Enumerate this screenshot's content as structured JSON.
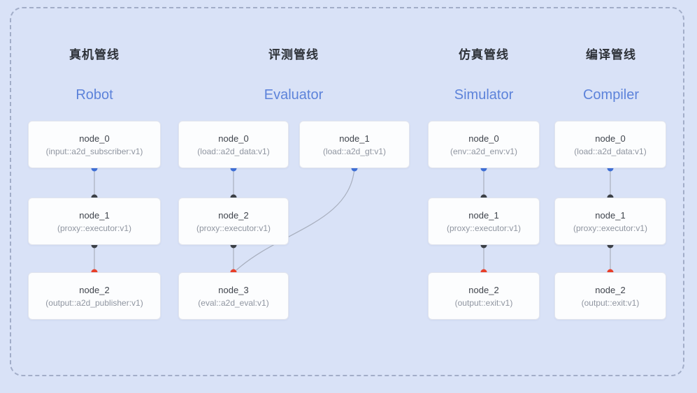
{
  "colors": {
    "background": "#d9e2f7",
    "frame_border": "#a2adc8",
    "node_background": "#fcfdfe",
    "node_border": "#e2e5ee",
    "title_en_blue": "#5d83da",
    "title_zh_dark": "#2e3238",
    "connector_line": "#a8afbe",
    "dot_blue": "#3e6fd6",
    "dot_dark": "#3c4046",
    "dot_red": "#e8402a"
  },
  "pipelines": [
    {
      "title_zh": "真机管线",
      "title_en": "Robot",
      "nodes": [
        {
          "name": "node_0",
          "type": "(input::a2d_subscriber:v1)"
        },
        {
          "name": "node_1",
          "type": "(proxy::executor:v1)"
        },
        {
          "name": "node_2",
          "type": "(output::a2d_publisher:v1)"
        }
      ]
    },
    {
      "title_zh": "评测管线",
      "title_en": "Evaluator",
      "nodes": [
        {
          "name": "node_0",
          "type": "(load::a2d_data:v1)"
        },
        {
          "name": "node_1",
          "type": "(load::a2d_gt:v1)"
        },
        {
          "name": "node_2",
          "type": "(proxy::executor:v1)"
        },
        {
          "name": "node_3",
          "type": "(eval::a2d_eval:v1)"
        }
      ]
    },
    {
      "title_zh": "仿真管线",
      "title_en": "Simulator",
      "nodes": [
        {
          "name": "node_0",
          "type": "(env::a2d_env:v1)"
        },
        {
          "name": "node_1",
          "type": "(proxy::executor:v1)"
        },
        {
          "name": "node_2",
          "type": "(output::exit:v1)"
        }
      ]
    },
    {
      "title_zh": "编译管线",
      "title_en": "Compiler",
      "nodes": [
        {
          "name": "node_0",
          "type": "(load::a2d_data:v1)"
        },
        {
          "name": "node_1",
          "type": "(proxy::executor:v1)"
        },
        {
          "name": "node_2",
          "type": "(output::exit:v1)"
        }
      ]
    }
  ]
}
